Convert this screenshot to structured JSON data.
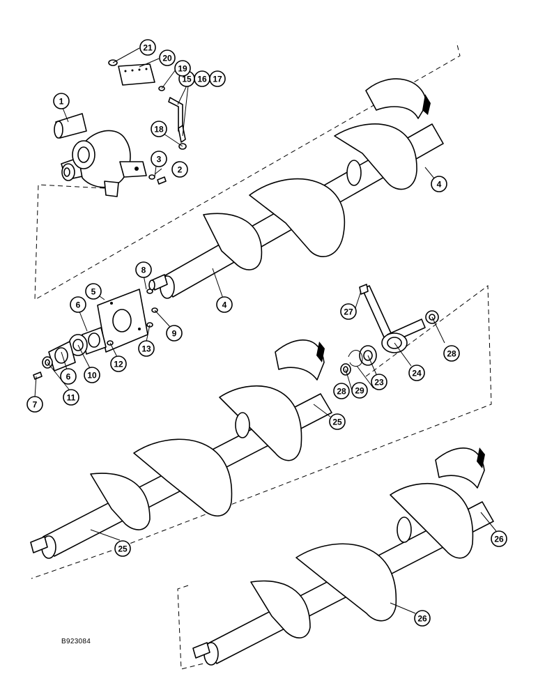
{
  "drawing_code": "B923084",
  "callouts": [
    {
      "id": "c1",
      "label": "1"
    },
    {
      "id": "c2",
      "label": "2"
    },
    {
      "id": "c3",
      "label": "3"
    },
    {
      "id": "c4a",
      "label": "4"
    },
    {
      "id": "c4b",
      "label": "4"
    },
    {
      "id": "c5",
      "label": "5"
    },
    {
      "id": "c6a",
      "label": "6"
    },
    {
      "id": "c6b",
      "label": "6"
    },
    {
      "id": "c7",
      "label": "7"
    },
    {
      "id": "c8",
      "label": "8"
    },
    {
      "id": "c9",
      "label": "9"
    },
    {
      "id": "c10",
      "label": "10"
    },
    {
      "id": "c11",
      "label": "11"
    },
    {
      "id": "c12",
      "label": "12"
    },
    {
      "id": "c13",
      "label": "13"
    },
    {
      "id": "c15",
      "label": "15"
    },
    {
      "id": "c16",
      "label": "16"
    },
    {
      "id": "c17",
      "label": "17"
    },
    {
      "id": "c18",
      "label": "18"
    },
    {
      "id": "c19",
      "label": "19"
    },
    {
      "id": "c20",
      "label": "20"
    },
    {
      "id": "c21",
      "label": "21"
    },
    {
      "id": "c23",
      "label": "23"
    },
    {
      "id": "c24",
      "label": "24"
    },
    {
      "id": "c25a",
      "label": "25"
    },
    {
      "id": "c25b",
      "label": "25"
    },
    {
      "id": "c26a",
      "label": "26"
    },
    {
      "id": "c26b",
      "label": "26"
    },
    {
      "id": "c27",
      "label": "27"
    },
    {
      "id": "c28a",
      "label": "28"
    },
    {
      "id": "c28b",
      "label": "28"
    },
    {
      "id": "c29",
      "label": "29"
    }
  ]
}
